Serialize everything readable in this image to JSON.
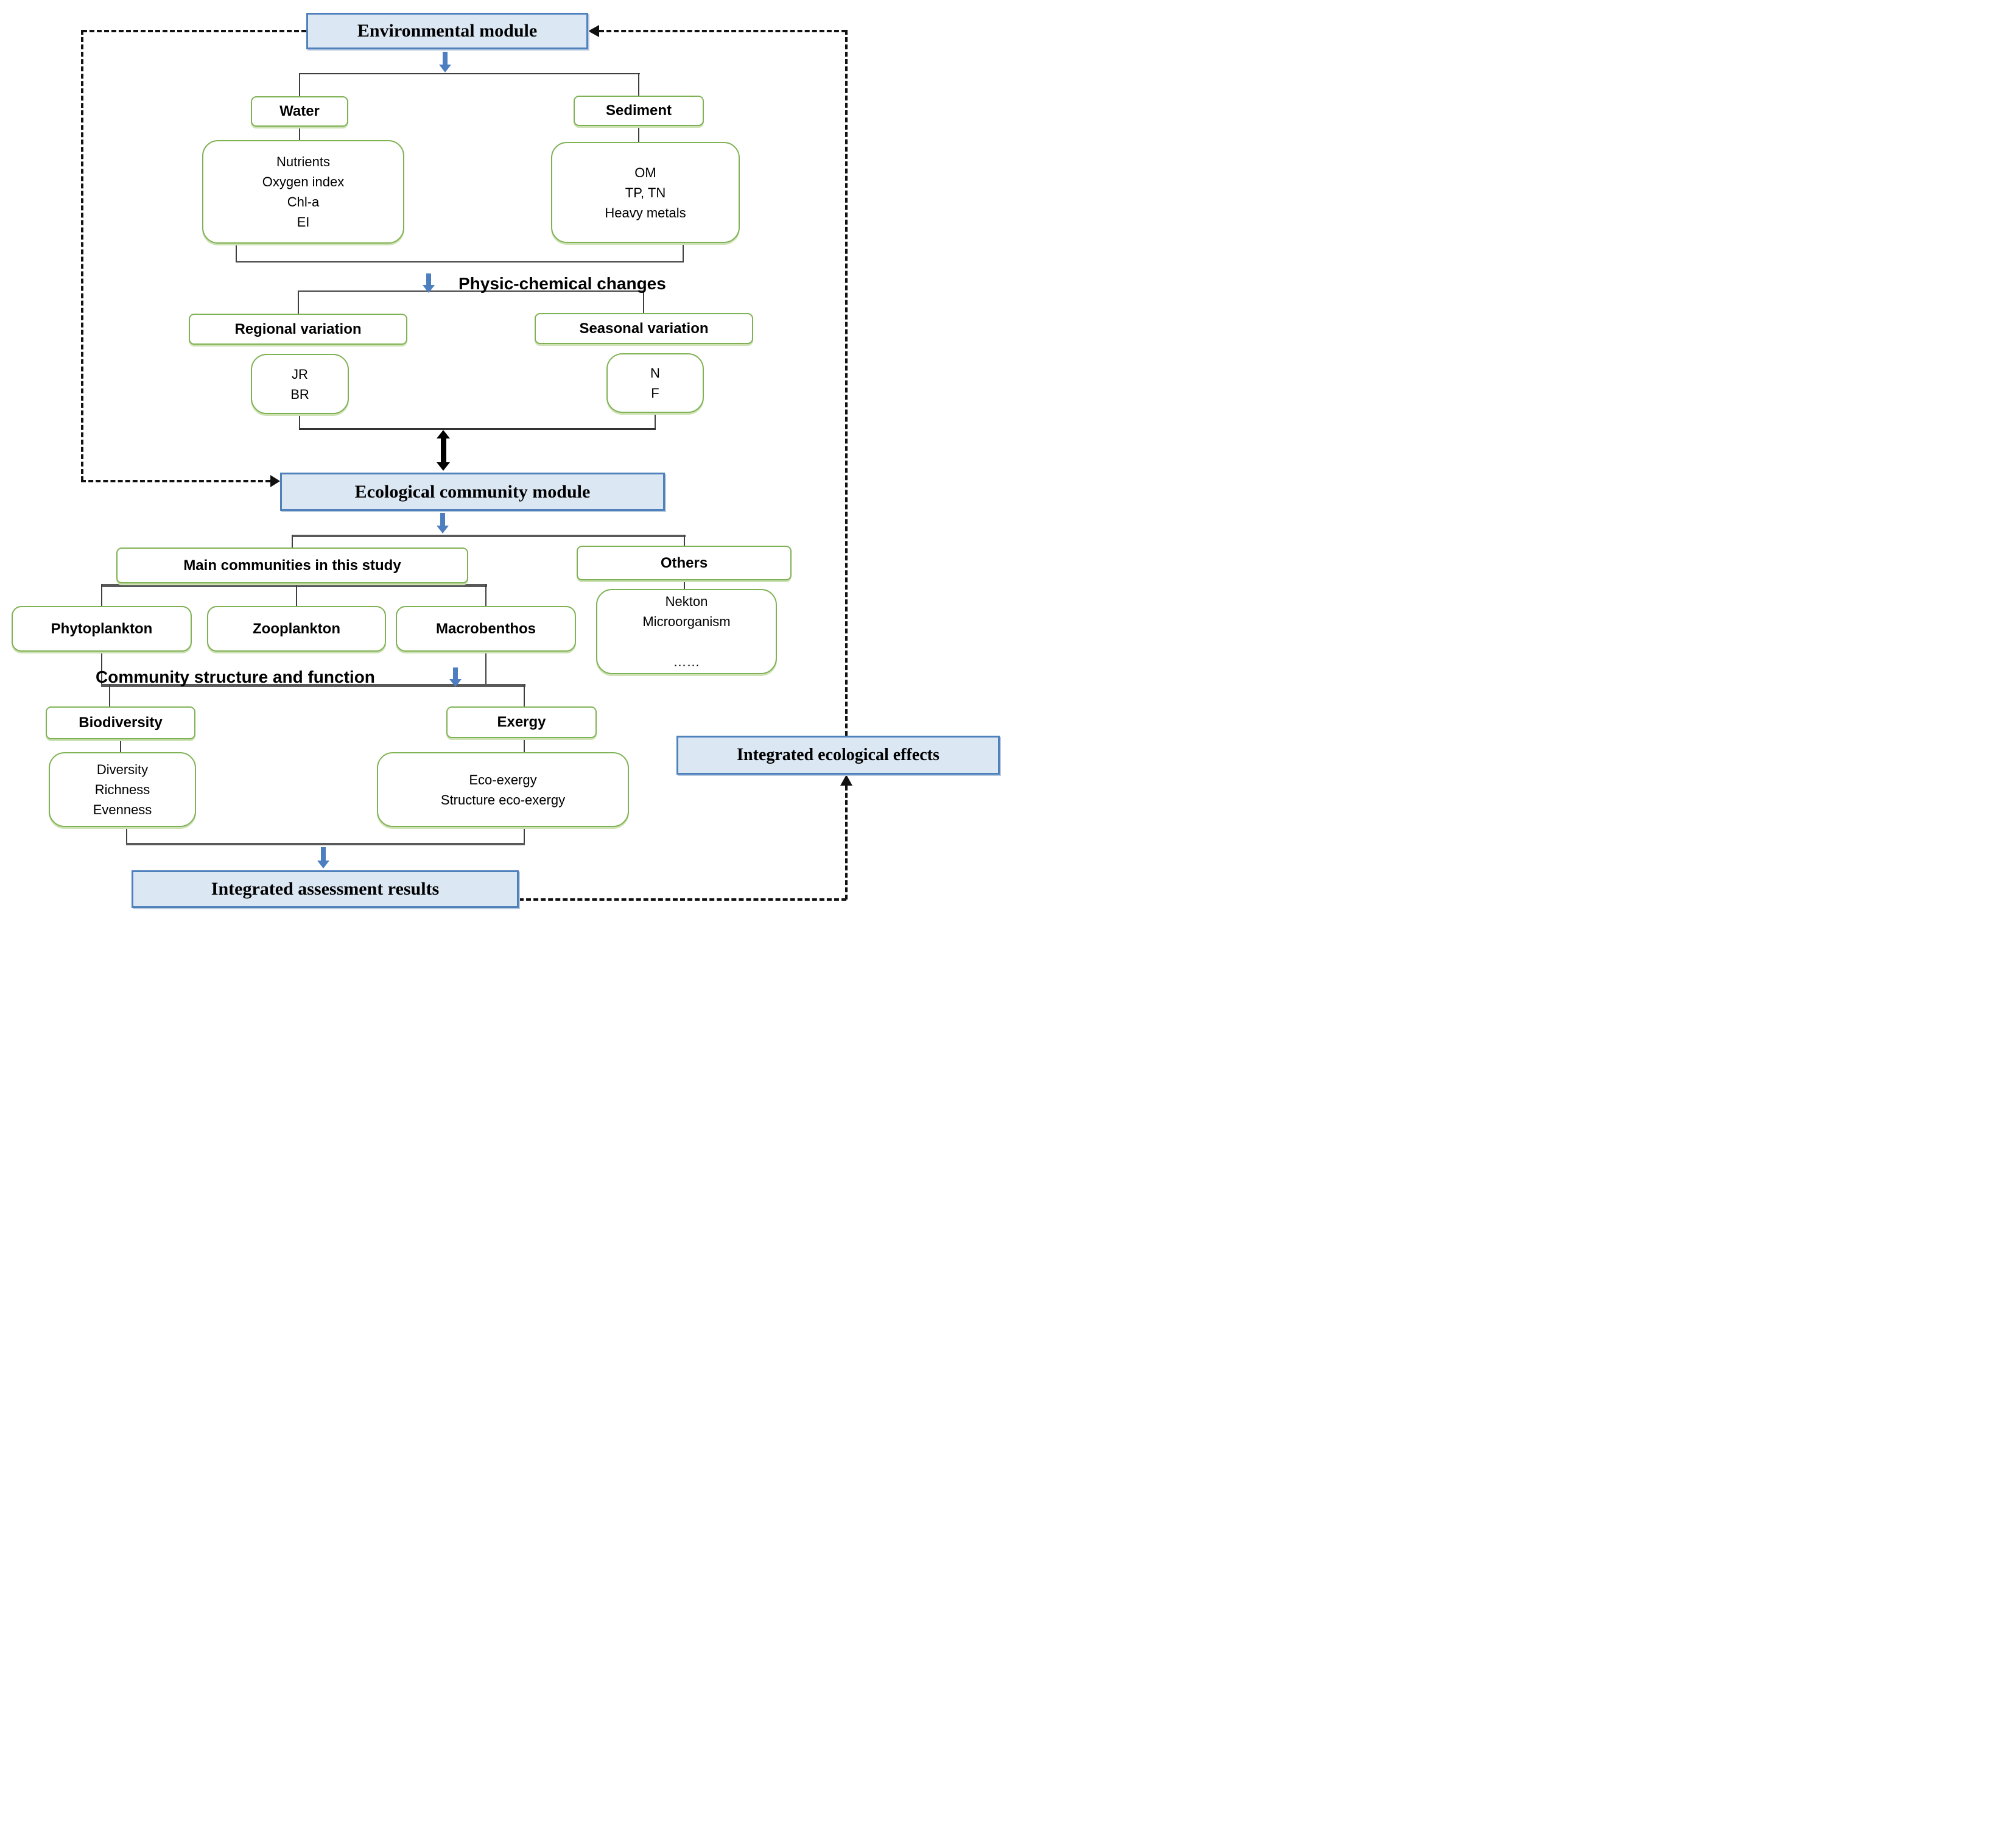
{
  "palette": {
    "module_fill": "#dbe7f3",
    "module_border": "#4f81bd",
    "green_border": "#7fb254",
    "arrow_blue": "#4d7ebf",
    "connector": "#3f3f3f",
    "dashed": "#111111"
  },
  "modules": {
    "environmental": "Environmental module",
    "ecological": "Ecological community module",
    "results": "Integrated assessment results",
    "effects": "Integrated ecological effects"
  },
  "environment_branch": {
    "water": {
      "label": "Water",
      "items": "Nutrients\nOxygen index\nChl-a\nEI"
    },
    "sediment": {
      "label": "Sediment",
      "items": "OM\nTP, TN\nHeavy metals"
    },
    "section_label": "Physic-chemical changes",
    "regional": {
      "label": "Regional variation",
      "items": "JR\nBR"
    },
    "seasonal": {
      "label": "Seasonal variation",
      "items": "N\nF"
    }
  },
  "community_branch": {
    "main": {
      "label": "Main communities in this study",
      "children": [
        "Phytoplankton",
        "Zooplankton",
        "Macrobenthos"
      ]
    },
    "others": {
      "label": "Others",
      "items": "Nekton\nMicroorganism\n\n……"
    },
    "section_label": "Community structure and function",
    "biodiversity": {
      "label": "Biodiversity",
      "items": "Diversity\nRichness\nEvenness"
    },
    "exergy": {
      "label": "Exergy",
      "items": "Eco-exergy\nStructure eco-exergy"
    }
  }
}
